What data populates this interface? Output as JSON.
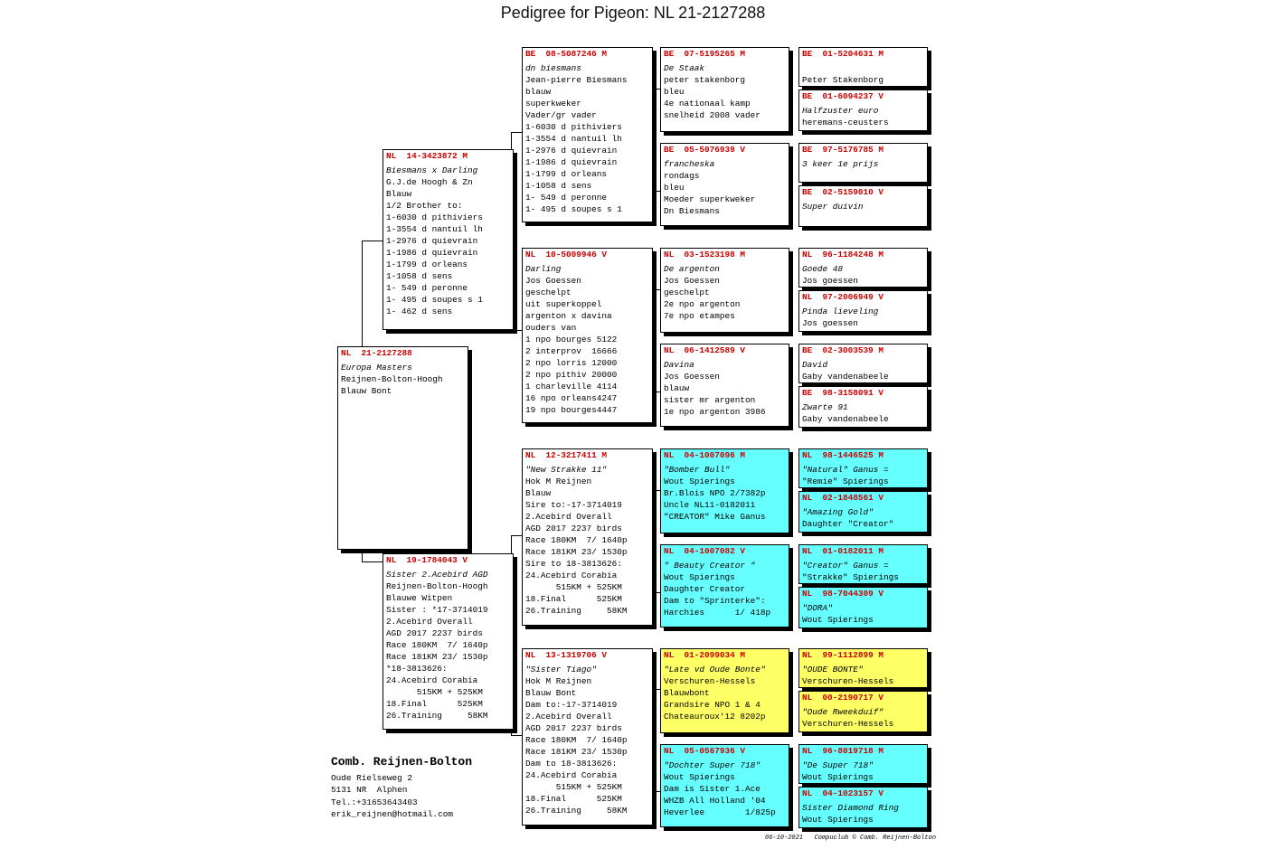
{
  "title": "Pedigree for Pigeon: NL  21-2127288",
  "cards": [
    {
      "hdr": "NL  21-2127288",
      "lines": [
        {
          "t": "Europa Masters",
          "i": true
        },
        {
          "t": "Reijnen-Bolton-Hoogh"
        },
        {
          "t": "Blauw Bont"
        }
      ]
    },
    {
      "hdr": "NL  14-3423872 M",
      "lines": [
        {
          "t": "Biesmans x Darling",
          "i": true
        },
        {
          "t": "G.J.de Hoogh & Zn"
        },
        {
          "t": "Blauw"
        },
        {
          "t": "1/2 Brother to:"
        },
        {
          "t": "1-6030 d pithiviers"
        },
        {
          "t": "1-3554 d nantuil lh"
        },
        {
          "t": "1-2976 d quievrain"
        },
        {
          "t": "1-1986 d quievrain"
        },
        {
          "t": "1-1799 d orleans"
        },
        {
          "t": "1-1058 d sens"
        },
        {
          "t": "1- 549 d peronne"
        },
        {
          "t": "1- 495 d soupes s 1"
        },
        {
          "t": "1- 462 d sens"
        }
      ]
    },
    {
      "hdr": "NL  19-1784043 V",
      "lines": [
        {
          "t": "Sister 2.Acebird AGD",
          "i": true
        },
        {
          "t": "Reijnen-Bolton-Hoogh"
        },
        {
          "t": "Blauwe Witpen"
        },
        {
          "t": "Sister : *17-3714019"
        },
        {
          "t": "2.Acebird Overall"
        },
        {
          "t": "AGD 2017 2237 birds"
        },
        {
          "t": "Race 180KM  7/ 1640p"
        },
        {
          "t": "Race 181KM 23/ 1530p"
        },
        {
          "t": "*18-3813626:"
        },
        {
          "t": "24.Acebird Corabia"
        },
        {
          "t": "      515KM + 525KM"
        },
        {
          "t": "18.Final      525KM"
        },
        {
          "t": "26.Training     58KM"
        }
      ]
    },
    {
      "hdr": "BE  08-5087246 M",
      "lines": [
        {
          "t": "dn biesmans",
          "i": true
        },
        {
          "t": "Jean-pierre Biesmans"
        },
        {
          "t": "blauw"
        },
        {
          "t": "superkweker"
        },
        {
          "t": "Vader/gr vader"
        },
        {
          "t": "1-6030 d pithiviers"
        },
        {
          "t": "1-3554 d nantuil lh"
        },
        {
          "t": "1-2976 d quievrain"
        },
        {
          "t": "1-1986 d quievrain"
        },
        {
          "t": "1-1799 d orleans"
        },
        {
          "t": "1-1058 d sens"
        },
        {
          "t": "1- 549 d peronne"
        },
        {
          "t": "1- 495 d soupes s 1"
        }
      ]
    },
    {
      "hdr": "NL  10-5009946 V",
      "lines": [
        {
          "t": "Darling",
          "i": true
        },
        {
          "t": "Jos Goessen"
        },
        {
          "t": "geschelpt"
        },
        {
          "t": "uit superkoppel"
        },
        {
          "t": "argenton x davina"
        },
        {
          "t": "ouders van"
        },
        {
          "t": "1 npo bourges 5122"
        },
        {
          "t": "2 interprov  16666"
        },
        {
          "t": "2 npo lorris 12000"
        },
        {
          "t": "2 npo pithiv 20000"
        },
        {
          "t": "1 charleville 4114"
        },
        {
          "t": "16 npo orleans4247"
        },
        {
          "t": "19 npo bourges4447"
        }
      ]
    },
    {
      "hdr": "NL  12-3217411 M",
      "lines": [
        {
          "t": "\"New Strakke 11\"",
          "i": true
        },
        {
          "t": "Hok M Reijnen"
        },
        {
          "t": "Blauw"
        },
        {
          "t": "Sire to:-17-3714019"
        },
        {
          "t": "2.Acebird Overall"
        },
        {
          "t": "AGD 2017 2237 birds"
        },
        {
          "t": "Race 180KM  7/ 1640p"
        },
        {
          "t": "Race 181KM 23/ 1530p"
        },
        {
          "t": "Sire to 18-3813626:"
        },
        {
          "t": "24.Acebird Corabia"
        },
        {
          "t": "      515KM + 525KM"
        },
        {
          "t": "18.Final      525KM"
        },
        {
          "t": "26.Training     58KM"
        }
      ]
    },
    {
      "hdr": "NL  13-1319706 V",
      "lines": [
        {
          "t": "\"Sister Tiago\"",
          "i": true
        },
        {
          "t": "Hok M Reijnen"
        },
        {
          "t": "Blauw Bont"
        },
        {
          "t": "Dam to:-17-3714019"
        },
        {
          "t": "2.Acebird Overall"
        },
        {
          "t": "AGD 2017 2237 birds"
        },
        {
          "t": "Race 180KM  7/ 1640p"
        },
        {
          "t": "Race 181KM 23/ 1530p"
        },
        {
          "t": "Dam to 18-3813626:"
        },
        {
          "t": "24.Acebird Corabia"
        },
        {
          "t": "      515KM + 525KM"
        },
        {
          "t": "18.Final      525KM"
        },
        {
          "t": "26.Training     58KM"
        }
      ]
    },
    {
      "hdr": "BE  07-5195265 M",
      "lines": [
        {
          "t": "De Staak",
          "i": true
        },
        {
          "t": "peter stakenborg"
        },
        {
          "t": "bleu"
        },
        {
          "t": "4e nationaal kamp"
        },
        {
          "t": "snelheid 2008 vader"
        }
      ]
    },
    {
      "hdr": "BE  05-5076939 V",
      "lines": [
        {
          "t": "francheska",
          "i": true
        },
        {
          "t": "rondags"
        },
        {
          "t": "bleu"
        },
        {
          "t": "Moeder superkweker"
        },
        {
          "t": "Dn Biesmans"
        }
      ]
    },
    {
      "hdr": "NL  03-1523198 M",
      "lines": [
        {
          "t": "De argenton",
          "i": true
        },
        {
          "t": "Jos Goessen"
        },
        {
          "t": "geschelpt"
        },
        {
          "t": "2e npo argenton"
        },
        {
          "t": "7e npo etampes"
        }
      ]
    },
    {
      "hdr": "NL  06-1412589 V",
      "lines": [
        {
          "t": "Davina",
          "i": true
        },
        {
          "t": "Jos Goessen"
        },
        {
          "t": "blauw"
        },
        {
          "t": "sister mr argenton"
        },
        {
          "t": "1e npo argenton 3986"
        }
      ]
    },
    {
      "hdr": "NL  04-1007096 M",
      "lines": [
        {
          "t": "\"Bomber Bull\"",
          "i": true
        },
        {
          "t": "Wout Spierings"
        },
        {
          "t": "Br.Blois NPO 2/7382p"
        },
        {
          "t": "Uncle NL11-0182011"
        },
        {
          "t": "\"CREATOR\" Mike Ganus"
        }
      ]
    },
    {
      "hdr": "NL  04-1007082 V",
      "lines": [
        {
          "t": "\" Beauty Creator \"",
          "i": true
        },
        {
          "t": "Wout Spierings"
        },
        {
          "t": "Daughter Creator"
        },
        {
          "t": "Dam to \"Sprinterke\":"
        },
        {
          "t": "Harchies      1/ 418p"
        }
      ]
    },
    {
      "hdr": "NL  01-2099034 M",
      "lines": [
        {
          "t": "\"Late vd Oude Bonte\"",
          "i": true
        },
        {
          "t": "Verschuren-Hessels"
        },
        {
          "t": "Blauwbont"
        },
        {
          "t": "Grandsire NPO 1 & 4"
        },
        {
          "t": "Chateauroux'12 8202p"
        }
      ]
    },
    {
      "hdr": "NL  05-0567936 V",
      "lines": [
        {
          "t": "\"Dochter Super 718\"",
          "i": true
        },
        {
          "t": "Wout Spierings"
        },
        {
          "t": "Dam is Sister 1.Ace"
        },
        {
          "t": "WHZB All Holland '04"
        },
        {
          "t": "Heverlee        1/825p"
        }
      ]
    },
    {
      "hdr": "BE  01-5204631 M",
      "lines": [
        {
          "t": ""
        },
        {
          "t": "Peter Stakenborg"
        }
      ]
    },
    {
      "hdr": "BE  01-6094237 V",
      "lines": [
        {
          "t": "Halfzuster euro",
          "i": true
        },
        {
          "t": "heremans-ceusters"
        }
      ]
    },
    {
      "hdr": "BE  97-5176785 M",
      "lines": [
        {
          "t": "3 keer 1e prijs",
          "i": true
        }
      ]
    },
    {
      "hdr": "BE  02-5159010 V",
      "lines": [
        {
          "t": "Super duivin",
          "i": true
        }
      ]
    },
    {
      "hdr": "NL  96-1184248 M",
      "lines": [
        {
          "t": "Goede 48",
          "i": true
        },
        {
          "t": "Jos goessen"
        }
      ]
    },
    {
      "hdr": "NL  97-2006949 V",
      "lines": [
        {
          "t": "Pinda lieveling",
          "i": true
        },
        {
          "t": "Jos goessen"
        }
      ]
    },
    {
      "hdr": "BE  02-3003539 M",
      "lines": [
        {
          "t": "David",
          "i": true
        },
        {
          "t": "Gaby vandenabeele"
        }
      ]
    },
    {
      "hdr": "BE  98-3158091 V",
      "lines": [
        {
          "t": "Zwarte 91",
          "i": true
        },
        {
          "t": "Gaby vandenabeele"
        }
      ]
    },
    {
      "hdr": "NL  98-1446525 M",
      "lines": [
        {
          "t": "\"Natural\" Ganus =",
          "i": true
        },
        {
          "t": "\"Remie\" Spierings"
        }
      ]
    },
    {
      "hdr": "NL  02-1848561 V",
      "lines": [
        {
          "t": "\"Amazing Gold\"",
          "i": true
        },
        {
          "t": "Daughter \"Creator\""
        }
      ]
    },
    {
      "hdr": "NL  01-0182011 M",
      "lines": [
        {
          "t": "\"Creator\" Ganus =",
          "i": true
        },
        {
          "t": "\"Strakke\" Spierings"
        }
      ]
    },
    {
      "hdr": "NL  98-7044309 V",
      "lines": [
        {
          "t": "\"DORA\"",
          "i": true
        },
        {
          "t": "Wout Spierings"
        }
      ]
    },
    {
      "hdr": "NL  99-1112899 M",
      "lines": [
        {
          "t": "\"OUDE BONTE\"",
          "i": true
        },
        {
          "t": "Verschuren-Hessels"
        }
      ]
    },
    {
      "hdr": "NL  00-2190717 V",
      "lines": [
        {
          "t": "\"Oude Rweekduif\"",
          "i": true
        },
        {
          "t": "Verschuren-Hessels"
        }
      ]
    },
    {
      "hdr": "NL  96-8019718 M",
      "lines": [
        {
          "t": "\"De Super 718\"",
          "i": true
        },
        {
          "t": "Wout Spierings"
        }
      ]
    },
    {
      "hdr": "NL  04-1023157 V",
      "lines": [
        {
          "t": "Sister Diamond Ring",
          "i": true
        },
        {
          "t": "Wout Spierings"
        }
      ]
    }
  ],
  "owner": {
    "name": "Comb. Reijnen-Bolton",
    "address": "Oude Rielseweg 2",
    "city": "5131 NR  Alphen",
    "phone": "Tel.:+31653643403",
    "email": "erik_reijnen@hotmail.com"
  },
  "footer": "06-10-2021   Compuclub © Comb. Reijnen-Bolton"
}
